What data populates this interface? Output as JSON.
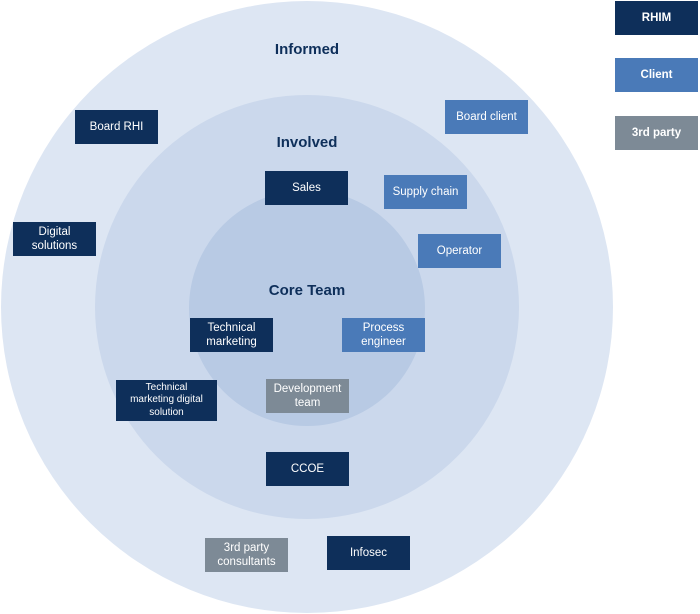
{
  "rings": {
    "informed": "Informed",
    "involved": "Involved",
    "core": "Core Team"
  },
  "legend": {
    "rhim": "RHIM",
    "client": "Client",
    "third_party": "3rd party"
  },
  "colors": {
    "rhim": "#0e2f5a",
    "client": "#4a7ab8",
    "third_party": "#7d8a96"
  },
  "nodes": {
    "board_rhi": "Board RHI",
    "board_client": "Board client",
    "digital_solutions": "Digital\nsolutions",
    "sales": "Sales",
    "supply_chain": "Supply chain",
    "operator": "Operator",
    "technical_marketing": "Technical\nmarketing",
    "process_engineer": "Process\nengineer",
    "development_team": "Development\nteam",
    "technical_marketing_digital": "Technical\nmarketing digital\nsolution",
    "ccoe": "CCOE",
    "third_party_consultants": "3rd party\nconsultants",
    "infosec": "Infosec"
  }
}
